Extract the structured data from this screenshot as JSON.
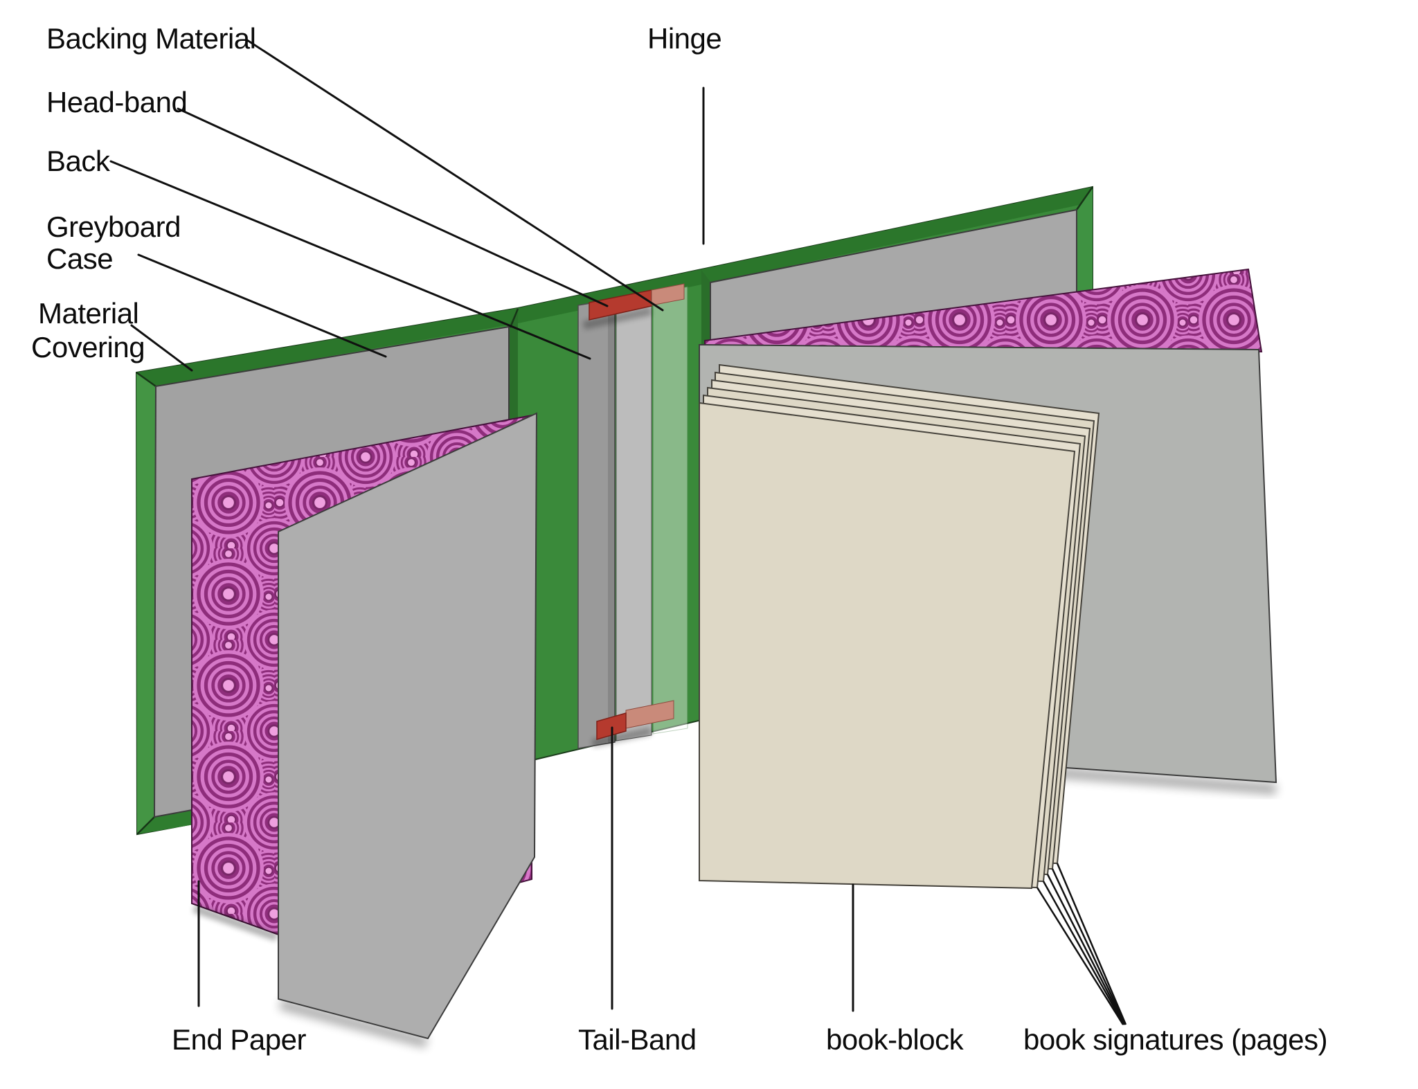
{
  "diagram": {
    "kind": "exploded diagram of hardcover book binding components",
    "background": "#ffffff"
  },
  "labels": {
    "backing_material": "Backing Material",
    "head_band": "Head-band",
    "back": "Back",
    "greyboard_case_line1": "Greyboard",
    "greyboard_case_line2": "Case",
    "material_covering_line1": "Material",
    "material_covering_line2": "Covering",
    "hinge": "Hinge",
    "end_paper": "End Paper",
    "tail_band": "Tail-Band",
    "book_block": "book-block",
    "book_signatures": "book signatures (pages)"
  },
  "colors": {
    "case_green": "#3a8a3a",
    "case_green_dark_border": "#2b762b",
    "case_green_light_border": "#449544",
    "fold_bevel_green": "#2a6e2a",
    "greyboard": "#a2a2a2",
    "right_board_grey": "#a8a8a8",
    "back_strip_grey": "#9a9a9a",
    "liner_strip_grey": "#bcbcbc",
    "backing_material_tint": "rgba(255,255,255,0.40)",
    "band_red": "#b53a2e",
    "band_red_pale": "#c98a7a",
    "end_paper_purple": "#8e2d7b",
    "end_paper_ring_pink": "#d678c8",
    "end_paper_dot_pink": "#efa0df",
    "leaf_grey": "#aeaeae",
    "right_leaf_grey": "#b2b4b1",
    "page_cream": "#ded8c6",
    "page_cream_alt": "#e5dfcf",
    "line_black": "#101010"
  }
}
